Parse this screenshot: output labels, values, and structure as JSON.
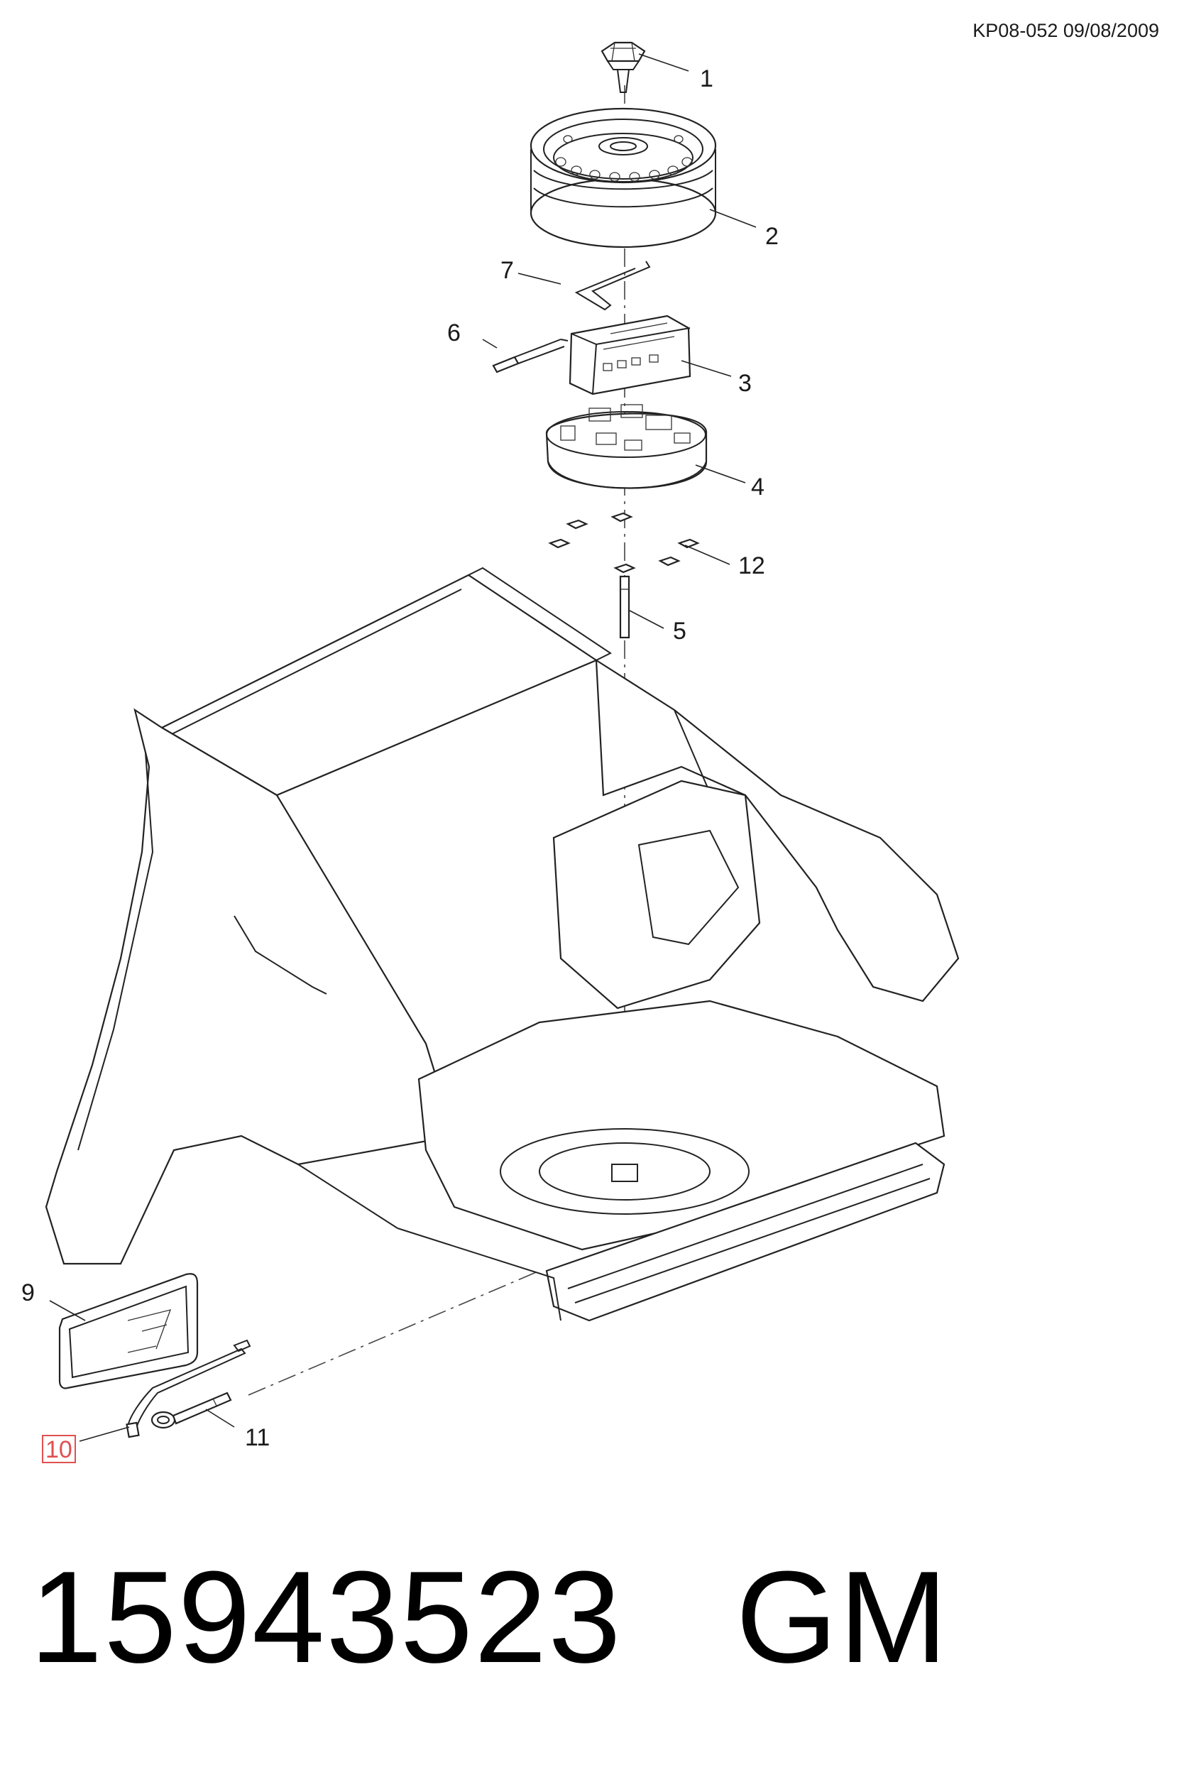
{
  "header": {
    "stamp": "KP08-052 09/08/2009"
  },
  "callouts": [
    {
      "id": "1",
      "label": "1"
    },
    {
      "id": "2",
      "label": "2"
    },
    {
      "id": "3",
      "label": "3"
    },
    {
      "id": "4",
      "label": "4"
    },
    {
      "id": "5",
      "label": "5"
    },
    {
      "id": "6",
      "label": "6"
    },
    {
      "id": "7",
      "label": "7"
    },
    {
      "id": "9",
      "label": "9"
    },
    {
      "id": "10",
      "label": "10",
      "highlighted": true
    },
    {
      "id": "11",
      "label": "11"
    },
    {
      "id": "12",
      "label": "12"
    }
  ],
  "footer": {
    "part_number": "15943523",
    "brand": "GM"
  },
  "colors": {
    "line": "#222222",
    "highlight_box": "#e05050",
    "background": "#ffffff"
  },
  "icons": [
    "jack-icon",
    "spare-wheel-icon",
    "wrench-icon",
    "tool-bag-icon"
  ]
}
